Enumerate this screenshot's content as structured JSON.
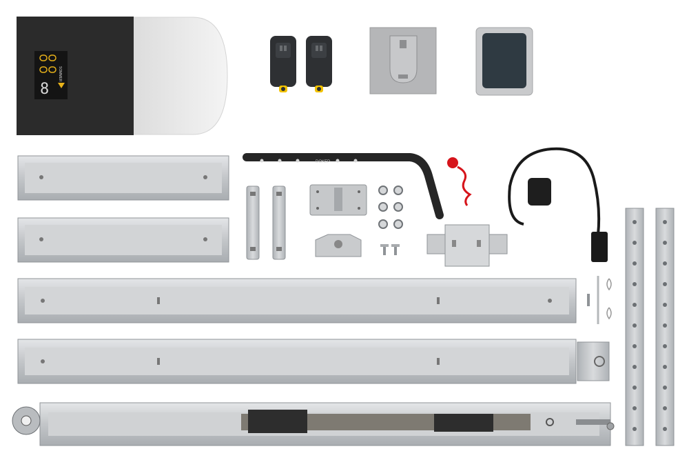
{
  "product_photo": {
    "opener_display_digit": "8",
    "opener_brand_text": "SOMMER",
    "bracket_stamp_text": "DOKEP"
  },
  "colors": {
    "background": "#ffffff",
    "opener_housing": "#2a2a2a",
    "opener_cover": "#ececec",
    "display_accent": "#e8b21a",
    "rail_metal": "#c9cbcd",
    "release_handle": "#d6141b",
    "remote_button": "#f2c200"
  }
}
